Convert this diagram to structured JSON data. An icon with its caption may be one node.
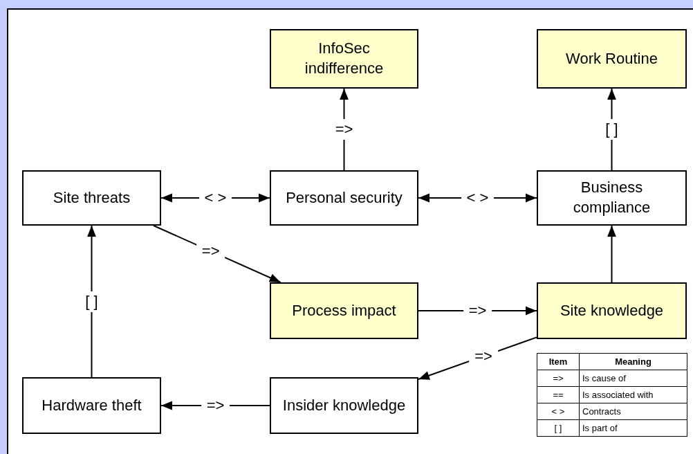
{
  "diagram": {
    "nodes": [
      {
        "text": [
          "InfoSec indifference"
        ]
      },
      {
        "text": [
          "Work Routine"
        ]
      },
      {
        "text": [
          "Site threats"
        ]
      },
      {
        "text": [
          "Personal security"
        ]
      },
      {
        "text": [
          "Business compliance"
        ]
      },
      {
        "text": [
          "Process impact"
        ]
      },
      {
        "text": [
          "Site knowledge"
        ]
      },
      {
        "text": [
          "Hardware theft"
        ]
      },
      {
        "text": [
          "Insider knowledge"
        ]
      }
    ],
    "edges": [
      {
        "from": 3,
        "to": 0,
        "arrow": "to",
        "label": "=>"
      },
      {
        "from": 4,
        "to": 1,
        "arrow": "to",
        "label": "[ ]"
      },
      {
        "from": 2,
        "to": 3,
        "arrow": "both",
        "label": "< >"
      },
      {
        "from": 3,
        "to": 4,
        "arrow": "both",
        "label": "< >"
      },
      {
        "from": 2,
        "to": 5,
        "arrow": "to",
        "label": "=>"
      },
      {
        "from": 5,
        "to": 6,
        "arrow": "to",
        "label": "=>"
      },
      {
        "from": 6,
        "to": 4,
        "arrow": "to"
      },
      {
        "from": 6,
        "to": 8,
        "arrow": "to",
        "label": "=>"
      },
      {
        "from": 8,
        "to": 7,
        "arrow": "to",
        "label": "=>"
      },
      {
        "from": 7,
        "to": 2,
        "arrow": "to",
        "label": "[ ]"
      }
    ],
    "labels": [
      "Item",
      "Meaning",
      "=>",
      "Is cause of",
      "==",
      "Is associated with",
      "< >",
      "Contracts",
      "[ ]",
      "Is part of"
    ]
  }
}
